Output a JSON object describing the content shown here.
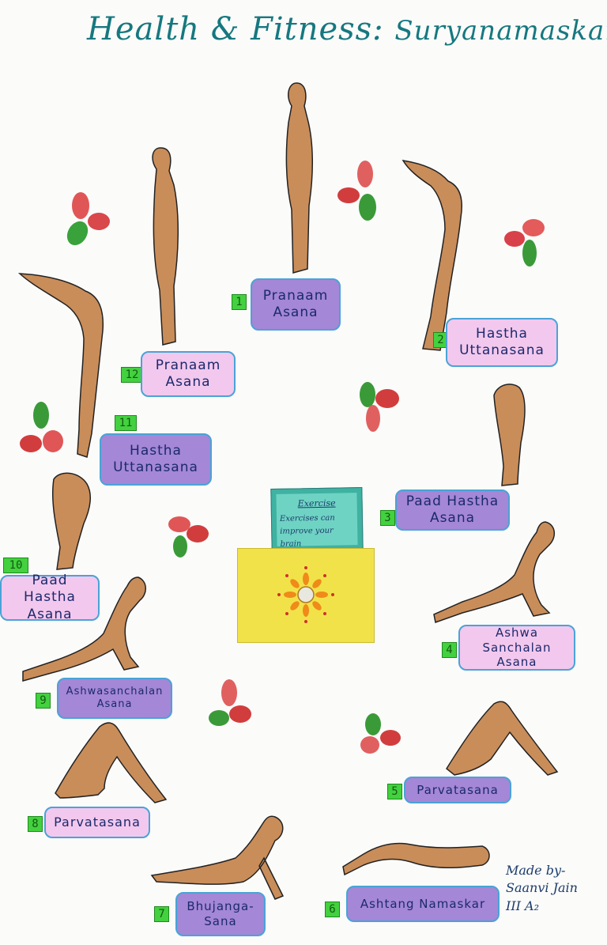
{
  "title": {
    "main": "Health & Fitness:",
    "sub": "Suryanamaskar"
  },
  "poses": [
    {
      "number": "1",
      "label": "Pranaam Asana"
    },
    {
      "number": "2",
      "label": "Hastha Uttanasana"
    },
    {
      "number": "3",
      "label": "Paad Hastha Asana"
    },
    {
      "number": "4",
      "label": "Ashwa Sanchalan Asana"
    },
    {
      "number": "5",
      "label": "Parvatasana"
    },
    {
      "number": "6",
      "label": "Ashtang Namaskar"
    },
    {
      "number": "7",
      "label": "Bhujanga-Sana"
    },
    {
      "number": "8",
      "label": "Parvatasana"
    },
    {
      "number": "9",
      "label": "Ashwasanchalan Asana"
    },
    {
      "number": "10",
      "label": "Paad Hastha Asana"
    },
    {
      "number": "11",
      "label": "Hastha Uttanasana"
    },
    {
      "number": "12",
      "label": "Pranaam Asana"
    }
  ],
  "card": {
    "title": "Exercise",
    "text": "Exercises can improve your brain"
  },
  "credit": {
    "line1": "Made by-",
    "line2": "Saanvi Jain",
    "line3": "III A₂"
  },
  "colors": {
    "title": "#16787f",
    "pink_label": "#f3c8ee",
    "purple_label": "#a487d6",
    "label_border": "#4aa3d6",
    "number_box": "#43d13f",
    "skin": "#c98d5a",
    "envelope": "#f2e24a",
    "card": "#3fb2a2"
  }
}
